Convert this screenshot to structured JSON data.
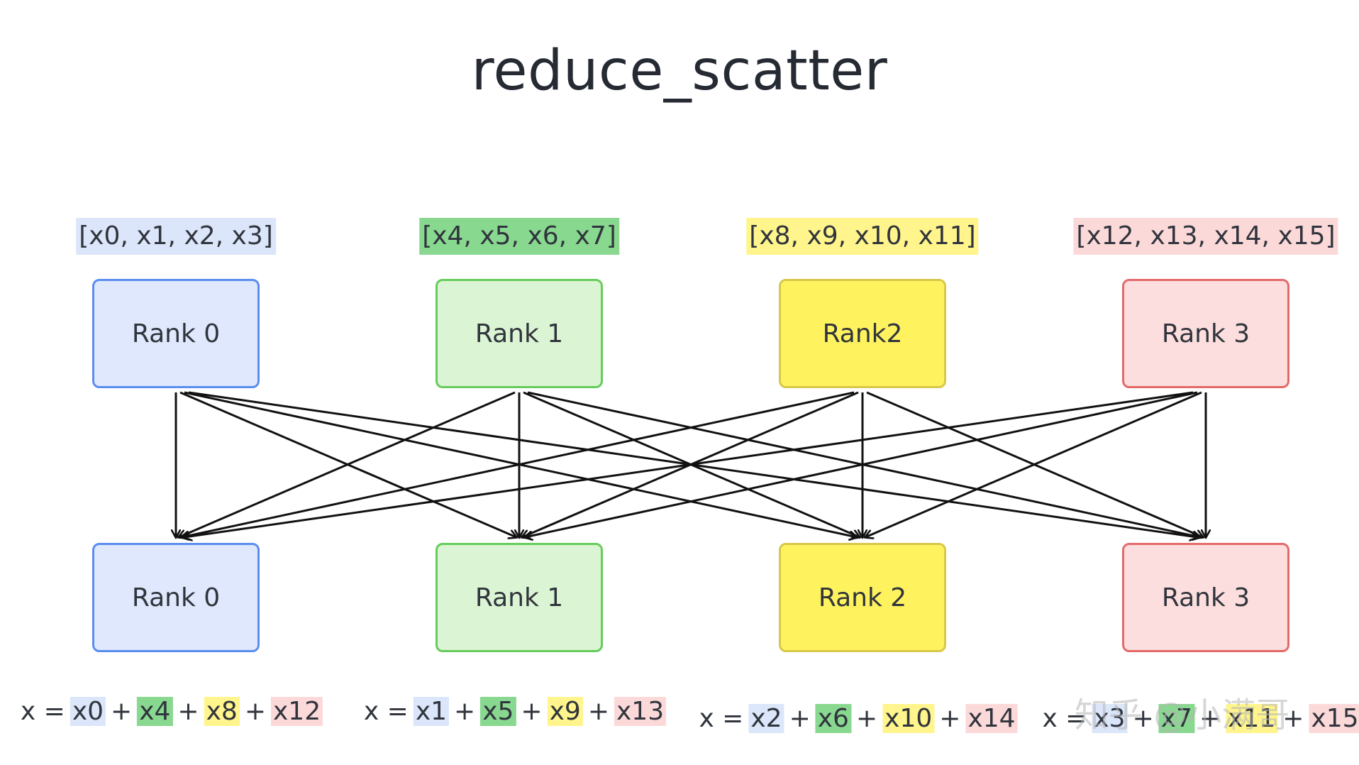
{
  "title": "reduce_scatter",
  "colors": {
    "blue_fill": "#dfe8fc",
    "blue_border": "#5b8def",
    "green_fill": "#dbf4d4",
    "green_border": "#66cc5c",
    "yellow_fill": "#fff25f",
    "yellow_border": "#d8c84a",
    "red_fill": "#fddede",
    "red_border": "#e46a6a",
    "label_blue": "#dbe6fa",
    "label_green": "#88d890",
    "label_yellow": "#fff58c",
    "label_red": "#fcd9d9",
    "arrow": "#111111"
  },
  "inputs": [
    {
      "label": "[x0, x1, x2, x3]",
      "color": "blue"
    },
    {
      "label": "[x4, x5, x6, x7]",
      "color": "green"
    },
    {
      "label": "[x8, x9, x10, x11]",
      "color": "yellow"
    },
    {
      "label": "[x12, x13, x14, x15]",
      "color": "red"
    }
  ],
  "top_nodes": [
    {
      "label": "Rank 0",
      "color": "blue"
    },
    {
      "label": "Rank 1",
      "color": "green"
    },
    {
      "label": "Rank2",
      "color": "yellow"
    },
    {
      "label": "Rank 3",
      "color": "red"
    }
  ],
  "bottom_nodes": [
    {
      "label": "Rank 0",
      "color": "blue"
    },
    {
      "label": "Rank 1",
      "color": "green"
    },
    {
      "label": "Rank 2",
      "color": "yellow"
    },
    {
      "label": "Rank 3",
      "color": "red"
    }
  ],
  "results": [
    {
      "prefix": "x =",
      "terms": [
        "x0",
        "x4",
        "x8",
        "x12"
      ]
    },
    {
      "prefix": "x =",
      "terms": [
        "x1",
        "x5",
        "x9",
        "x13"
      ]
    },
    {
      "prefix": "x =",
      "terms": [
        "x2",
        "x6",
        "x10",
        "x14"
      ]
    },
    {
      "prefix": "x =",
      "terms": [
        "x3",
        "x7",
        "x11",
        "x15"
      ]
    }
  ],
  "term_colors": [
    "blue",
    "green",
    "yellow",
    "red"
  ],
  "plus_sign": "+",
  "watermark": "知乎 @小满哥"
}
